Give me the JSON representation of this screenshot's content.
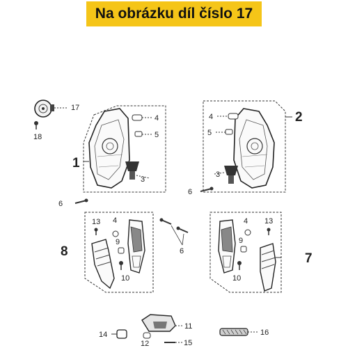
{
  "header": {
    "title": "Na obrázku díl číslo 17"
  },
  "labels": {
    "n1": "1",
    "n2": "2",
    "n3": "3",
    "n4": "4",
    "n5": "5",
    "n6": "6",
    "n7": "7",
    "n8": "8",
    "n9": "9",
    "n10": "10",
    "n11": "11",
    "n12": "12",
    "n13": "13",
    "n14": "14",
    "n15": "15",
    "n16": "16",
    "n17": "17",
    "n18": "18"
  },
  "colors": {
    "banner": "#f5c518",
    "line": "#333333"
  }
}
